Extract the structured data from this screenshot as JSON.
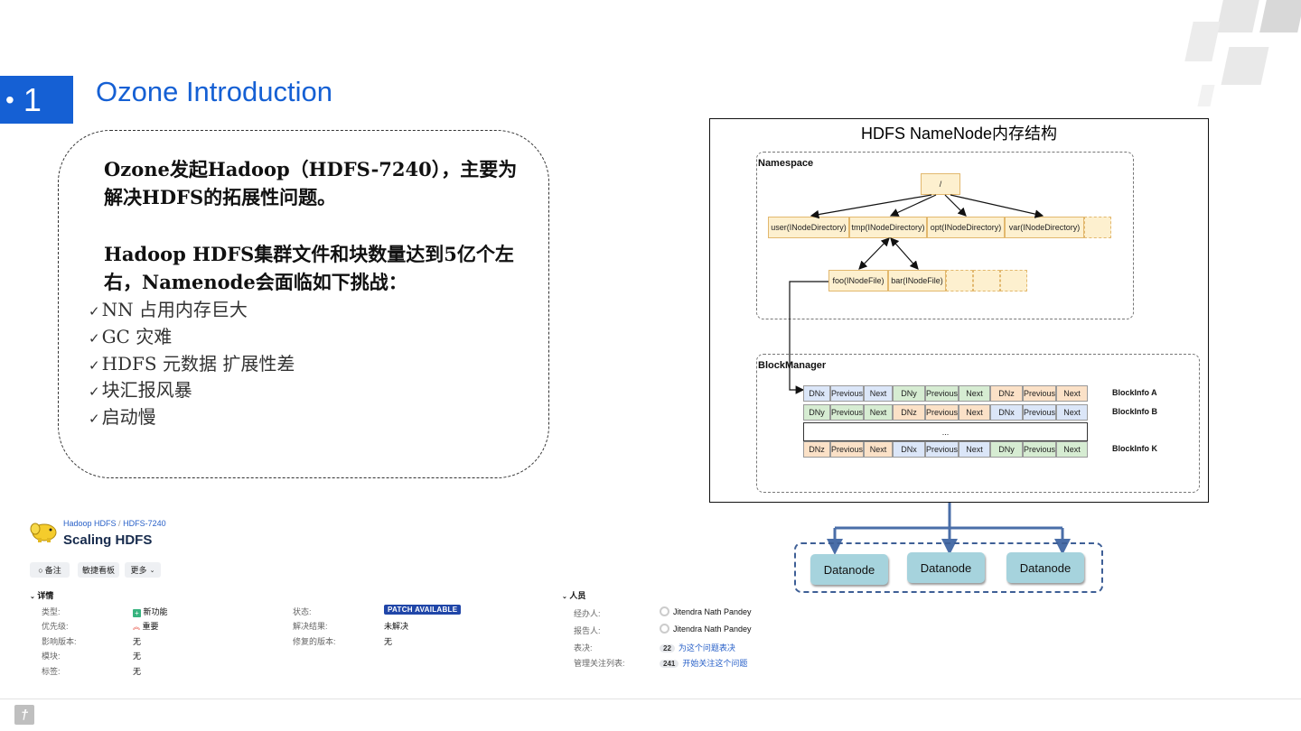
{
  "slide": {
    "section_number": "1",
    "title": "Ozone Introduction",
    "paragraph1": "Ozone发起Hadoop（HDFS-7240），主要为解决HDFS的拓展性问题。",
    "paragraph2": "Hadoop HDFS集群文件和块数量达到5亿个左右，Namenode会面临如下挑战：",
    "checklist": [
      "NN 占用内存巨大",
      "GC 灾难",
      "HDFS 元数据 扩展性差",
      "块汇报风暴",
      "启动慢"
    ],
    "check_mark": "✓"
  },
  "diagram": {
    "title": "HDFS NameNode内存结构",
    "namespace_label": "Namespace",
    "root": "/",
    "dirs": [
      "user(INodeDirectory)",
      "tmp(INodeDirectory)",
      "opt(INodeDirectory)",
      "var(INodeDirectory)"
    ],
    "files": [
      "foo(INodeFile)",
      "bar(INodeFile)"
    ],
    "blockmanager_label": "BlockManager",
    "rows": [
      {
        "label": "BlockInfo A",
        "cells": [
          "DNx",
          "Previous",
          "Next",
          "DNy",
          "Previous",
          "Next",
          "DNz",
          "Previous",
          "Next"
        ]
      },
      {
        "label": "BlockInfo B",
        "cells": [
          "DNy",
          "Previous",
          "Next",
          "DNz",
          "Previous",
          "Next",
          "DNx",
          "Previous",
          "Next"
        ]
      },
      {
        "label": "",
        "cells": [
          "..."
        ]
      },
      {
        "label": "BlockInfo K",
        "cells": [
          "DNz",
          "Previous",
          "Next",
          "DNx",
          "Previous",
          "Next",
          "DNy",
          "Previous",
          "Next"
        ]
      }
    ],
    "datanodes": [
      "Datanode",
      "Datanode",
      "Datanode"
    ],
    "colors": {
      "dn_fill": "#a6d3dd",
      "arrow": "#4a6ea8",
      "node_fill": "#fdf0cf"
    }
  },
  "jira": {
    "breadcrumb_project": "Hadoop HDFS",
    "breadcrumb_sep": "/",
    "breadcrumb_issue": "HDFS-7240",
    "issue_title": "Scaling HDFS",
    "buttons": {
      "comment": "备注",
      "agile": "敏捷看板",
      "more": "更多"
    },
    "details": {
      "header": "详情",
      "type_label": "类型:",
      "type_value": "新功能",
      "priority_label": "优先级:",
      "priority_value": "重要",
      "affects_label": "影响版本:",
      "affects_value": "无",
      "component_label": "模块:",
      "component_value": "无",
      "labels_label": "标签:",
      "labels_value": "无",
      "status_label": "状态:",
      "status_value": "PATCH AVAILABLE",
      "resolution_label": "解决结果:",
      "resolution_value": "未解决",
      "fix_label": "修复的版本:",
      "fix_value": "无"
    },
    "people": {
      "header": "人员",
      "assignee_label": "经办人:",
      "assignee": "Jitendra Nath Pandey",
      "reporter_label": "报告人:",
      "reporter": "Jitendra Nath Pandey",
      "votes_label": "表决:",
      "votes_count": "22",
      "votes_text": "为这个问题表决",
      "watchers_label": "管理关注列表:",
      "watchers_count": "241",
      "watchers_text": "开始关注这个问题"
    }
  }
}
